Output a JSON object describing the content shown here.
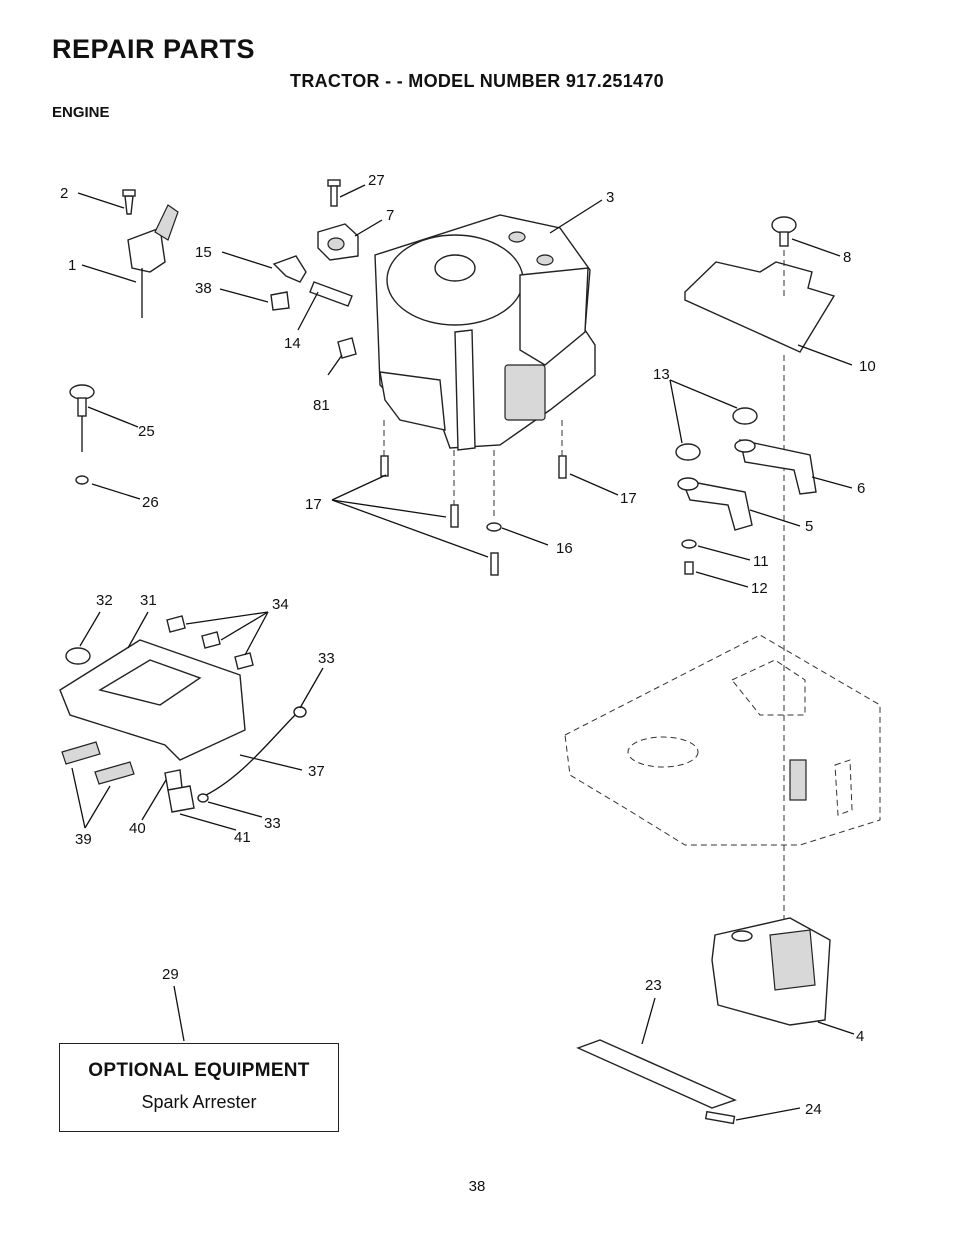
{
  "header": {
    "title": "REPAIR PARTS",
    "subtitle": "TRACTOR - - MODEL NUMBER 917.251470",
    "section": "ENGINE"
  },
  "callouts": {
    "c1": "1",
    "c2": "2",
    "c3": "3",
    "c4": "4",
    "c5": "5",
    "c6": "6",
    "c7": "7",
    "c8": "8",
    "c10": "10",
    "c11": "11",
    "c12": "12",
    "c13": "13",
    "c14": "14",
    "c15": "15",
    "c16": "16",
    "c17": "17",
    "c23": "23",
    "c24": "24",
    "c25": "25",
    "c26": "26",
    "c27": "27",
    "c29": "29",
    "c31": "31",
    "c32": "32",
    "c33": "33",
    "c34": "34",
    "c37": "37",
    "c38": "38",
    "c39": "39",
    "c40": "40",
    "c41": "41",
    "c81": "81"
  },
  "optional": {
    "heading": "OPTIONAL EQUIPMENT",
    "item": "Spark Arrester"
  },
  "footer": {
    "page_number": "38"
  }
}
